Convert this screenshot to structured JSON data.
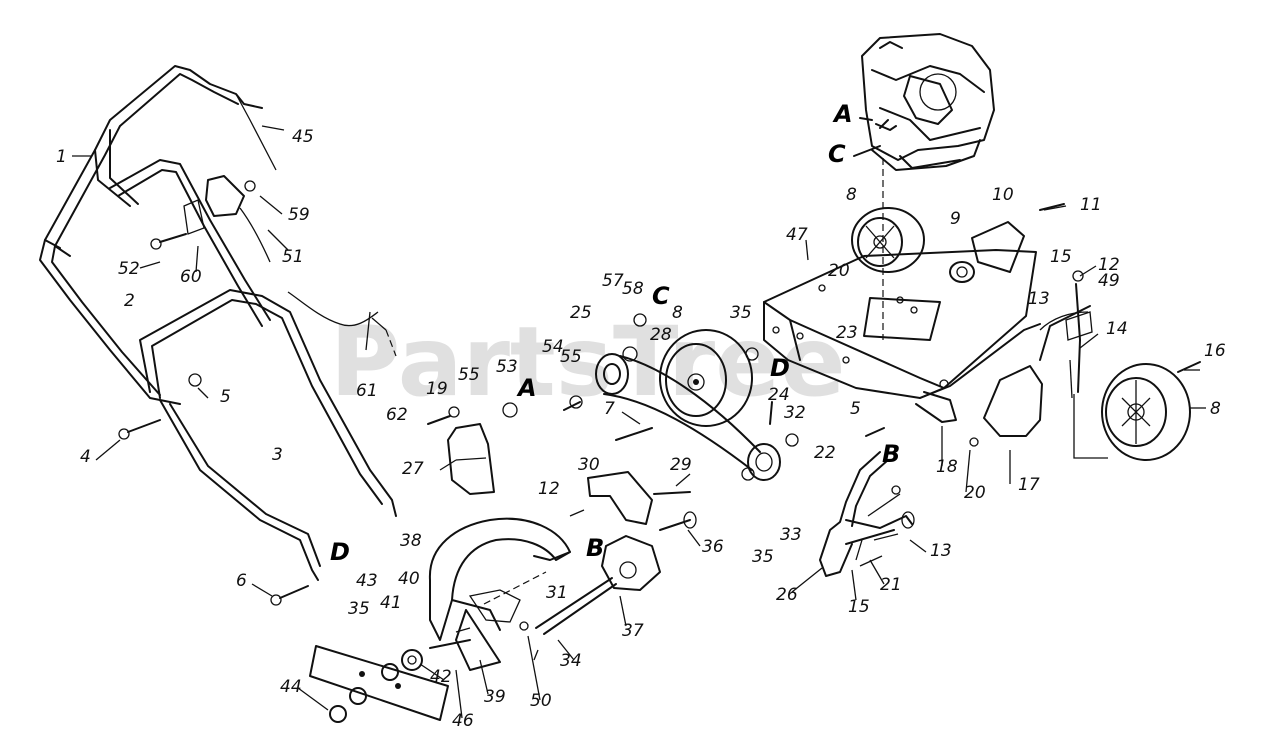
{
  "watermark": "PartsTree",
  "part_labels": [
    "1",
    "2",
    "3",
    "4",
    "5",
    "6",
    "7",
    "8",
    "9",
    "10",
    "11",
    "12",
    "13",
    "14",
    "15",
    "16",
    "17",
    "18",
    "19",
    "20",
    "21",
    "22",
    "23",
    "24",
    "25",
    "26",
    "27",
    "28",
    "29",
    "30",
    "31",
    "32",
    "33",
    "34",
    "35",
    "36",
    "37",
    "38",
    "39",
    "40",
    "41",
    "42",
    "43",
    "44",
    "45",
    "46",
    "47",
    "49",
    "50",
    "51",
    "52",
    "53",
    "54",
    "55",
    "57",
    "58",
    "59",
    "60",
    "61",
    "62"
  ],
  "connection_markers": [
    "A",
    "B",
    "C",
    "D"
  ],
  "colors": {
    "ink": "#111111",
    "paper": "#ffffff",
    "watermark": "#d6d6d6"
  }
}
